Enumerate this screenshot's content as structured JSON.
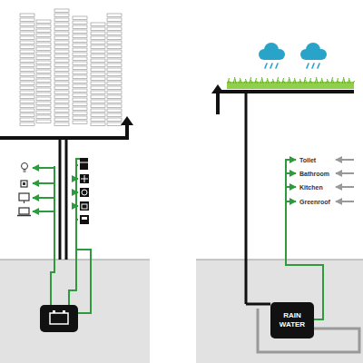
{
  "diagram": {
    "nodes": [
      {
        "text": [
          "RAIN WATER"
        ]
      }
    ],
    "labels": [
      "Toilet",
      "Bathroom",
      "Kitchen",
      "Greenroof"
    ]
  }
}
